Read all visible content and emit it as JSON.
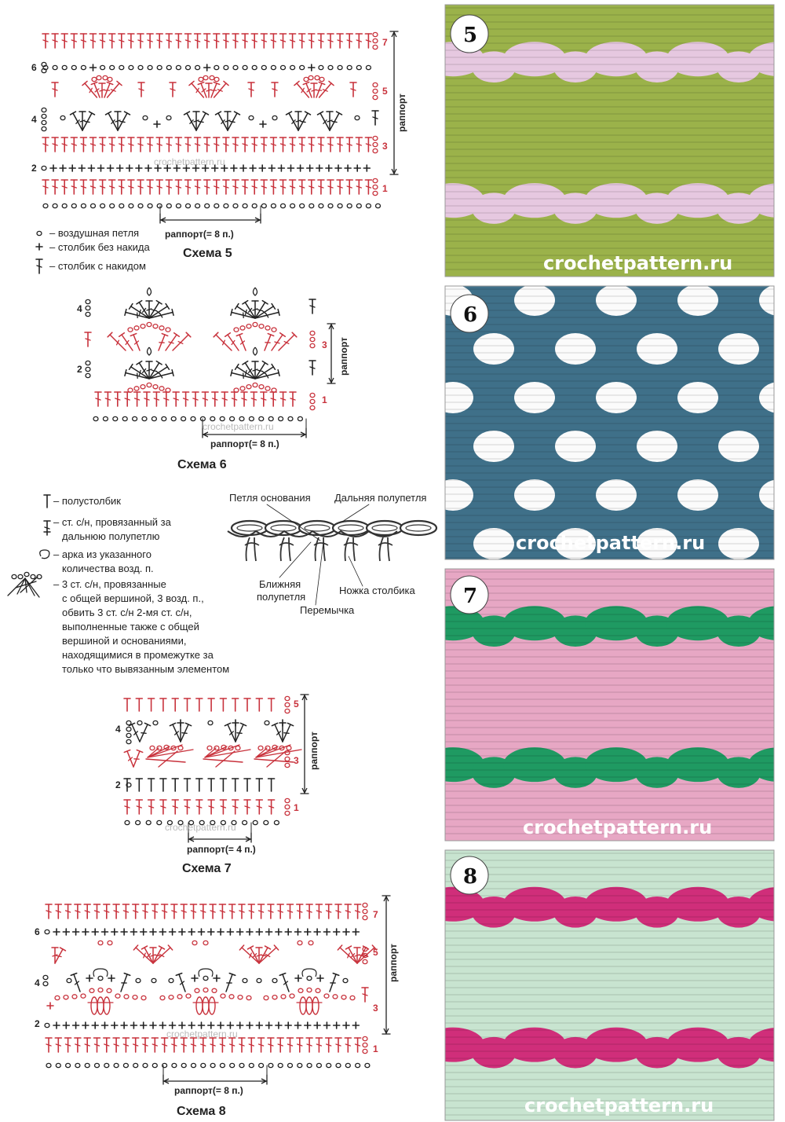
{
  "colors": {
    "red": "#c8323c",
    "black": "#222222",
    "photo5_bg": "#e6c8e0",
    "photo5_yarn": "#9bb24a",
    "photo6_bg": "#fbfbfb",
    "photo6_yarn": "#3f7089",
    "photo7_bg": "#1f9a62",
    "photo7_yarn": "#e7a7c4",
    "photo8_bg": "#d02e7a",
    "photo8_yarn": "#c8e4d0"
  },
  "watermark_small": "crochetpattern.ru",
  "rapport_vertical": "раппорт",
  "scheme5": {
    "title": "Схема 5",
    "rapport": "раппорт(= 8 п.)",
    "right_rows": [
      "7",
      "5",
      "3",
      "1"
    ],
    "left_rows": [
      "6",
      "4",
      "2"
    ]
  },
  "scheme6": {
    "title": "Схема 6",
    "rapport": "раппорт(= 8 п.)",
    "right_rows": [
      "3",
      "1"
    ],
    "left_rows": [
      "4",
      "2"
    ]
  },
  "scheme7": {
    "title": "Схема 7",
    "rapport": "раппорт(= 4 п.)",
    "right_rows": [
      "5",
      "3",
      "1"
    ],
    "left_rows": [
      "4",
      "2"
    ]
  },
  "scheme8": {
    "title": "Схема 8",
    "rapport": "раппорт(= 8 п.)",
    "right_rows": [
      "7",
      "5",
      "3",
      "1"
    ],
    "left_rows": [
      "6",
      "4",
      "2"
    ]
  },
  "legend1": [
    {
      "symbol": "chain",
      "text": "– воздушная петля"
    },
    {
      "symbol": "sc",
      "text": "– столбик без накида"
    },
    {
      "symbol": "dc",
      "text": "– столбик с накидом"
    }
  ],
  "legend2": {
    "hdc": "– полустолбик",
    "dc_back_1": "– ст. с/н, провязанный за",
    "dc_back_2": "дальнюю полупетлю",
    "arch_1": "– арка из указанного",
    "arch_2": "количества возд. п.",
    "cluster": [
      "– 3 ст. с/н, провязанные",
      "с общей вершиной, 3 возд. п.,",
      "обвить 3 ст. с/н 2-мя ст. с/н,",
      "выполненные также с общей",
      "вершиной и основаниями,",
      "находящимися в промежутке за",
      "только что вывязанным элементом"
    ]
  },
  "loop_diagram": {
    "foundation_loop": "Петля основания",
    "back_loop": "Дальняя полупетля",
    "front_loop_1": "Ближняя",
    "front_loop_2": "полупетля",
    "stitch_post": "Ножка столбика",
    "bridge": "Перемычка"
  },
  "photos": [
    {
      "number": "5",
      "watermark": "crochetpattern.ru"
    },
    {
      "number": "6",
      "watermark": "crochetpattern.ru"
    },
    {
      "number": "7",
      "watermark": "crochetpattern.ru"
    },
    {
      "number": "8",
      "watermark": "crochetpattern.ru"
    }
  ]
}
